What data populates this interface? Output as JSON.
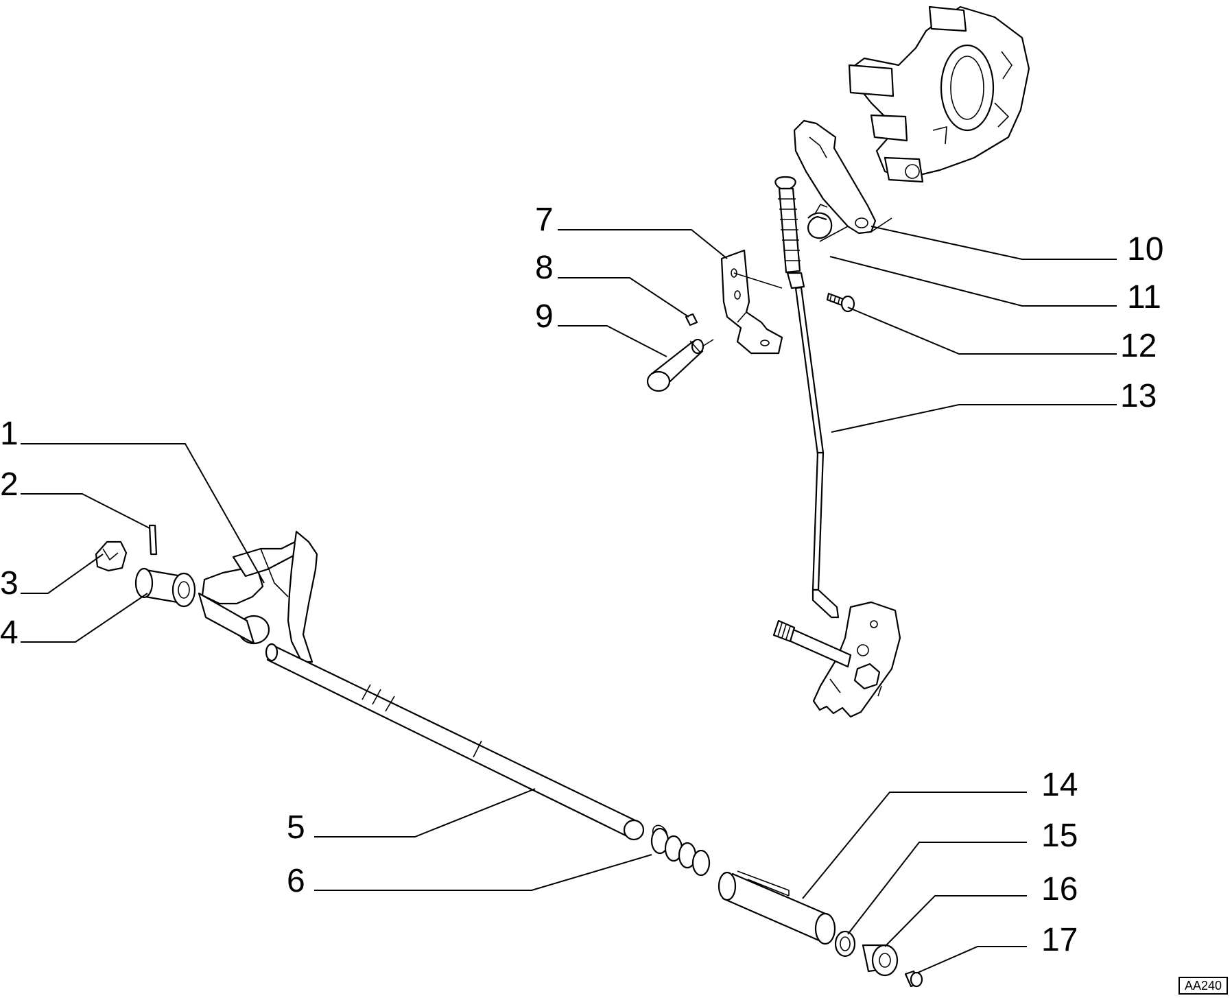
{
  "callouts": [
    "1",
    "2",
    "3",
    "4",
    "5",
    "6",
    "7",
    "8",
    "9",
    "10",
    "11",
    "12",
    "13",
    "14",
    "15",
    "16",
    "17"
  ],
  "drawing_code": "AA240"
}
